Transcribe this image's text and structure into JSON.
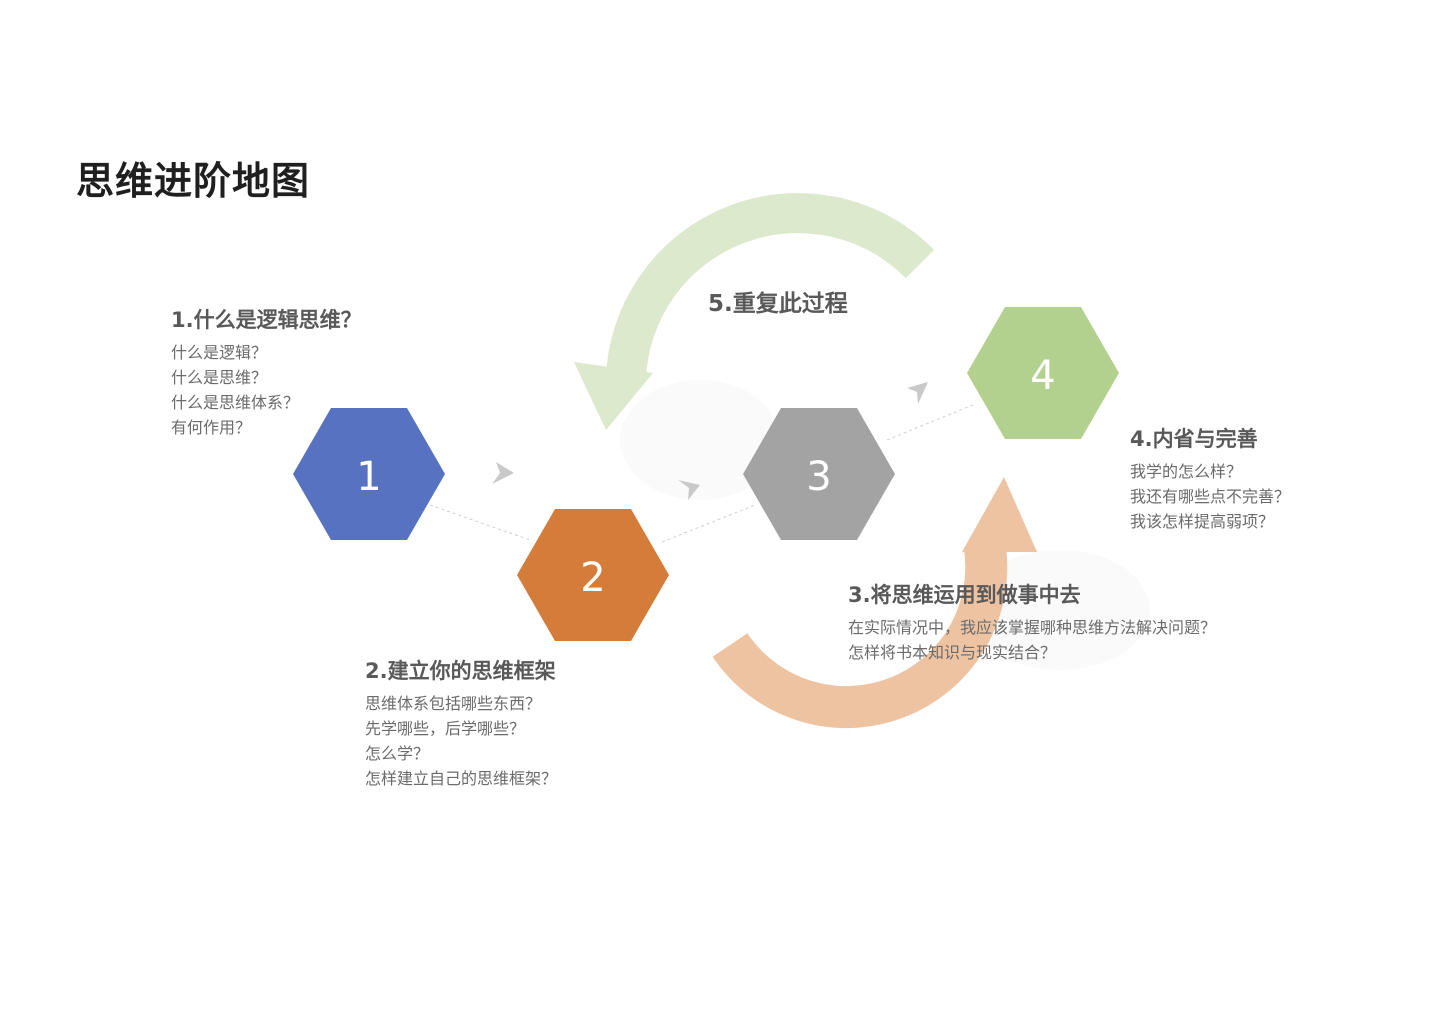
{
  "title": "思维进阶地图",
  "hexagons": [
    {
      "number": "1",
      "color": "#5672c1"
    },
    {
      "number": "2",
      "color": "#d47c3a"
    },
    {
      "number": "3",
      "color": "#a3a3a3"
    },
    {
      "number": "4",
      "color": "#b3d18e"
    }
  ],
  "steps": [
    {
      "title": "1.什么是逻辑思维？",
      "items": [
        "什么是逻辑？",
        "什么是思维？",
        "什么是思维体系？",
        "有何作用？"
      ]
    },
    {
      "title": "2.建立你的思维框架",
      "items": [
        "思维体系包括哪些东西？",
        "先学哪些，后学哪些？",
        "怎么学？",
        "怎样建立自己的思维框架？"
      ]
    },
    {
      "title": "3.将思维运用到做事中去",
      "items": [
        "在实际情况中，我应该掌握哪种思维方法解决问题？",
        "怎样将书本知识与现实结合？"
      ]
    },
    {
      "title": "4.内省与完善",
      "items": [
        "我学的怎么样？",
        "我还有哪些点不完善？",
        "我该怎样提高弱项？"
      ]
    }
  ],
  "repeat": {
    "label": "5.重复此过程"
  },
  "colors": {
    "green_arrow": "#dce9cd",
    "orange_arrow": "#eec3a2",
    "chevron": "#c9c9c9",
    "connector": "#d0d0d0"
  }
}
